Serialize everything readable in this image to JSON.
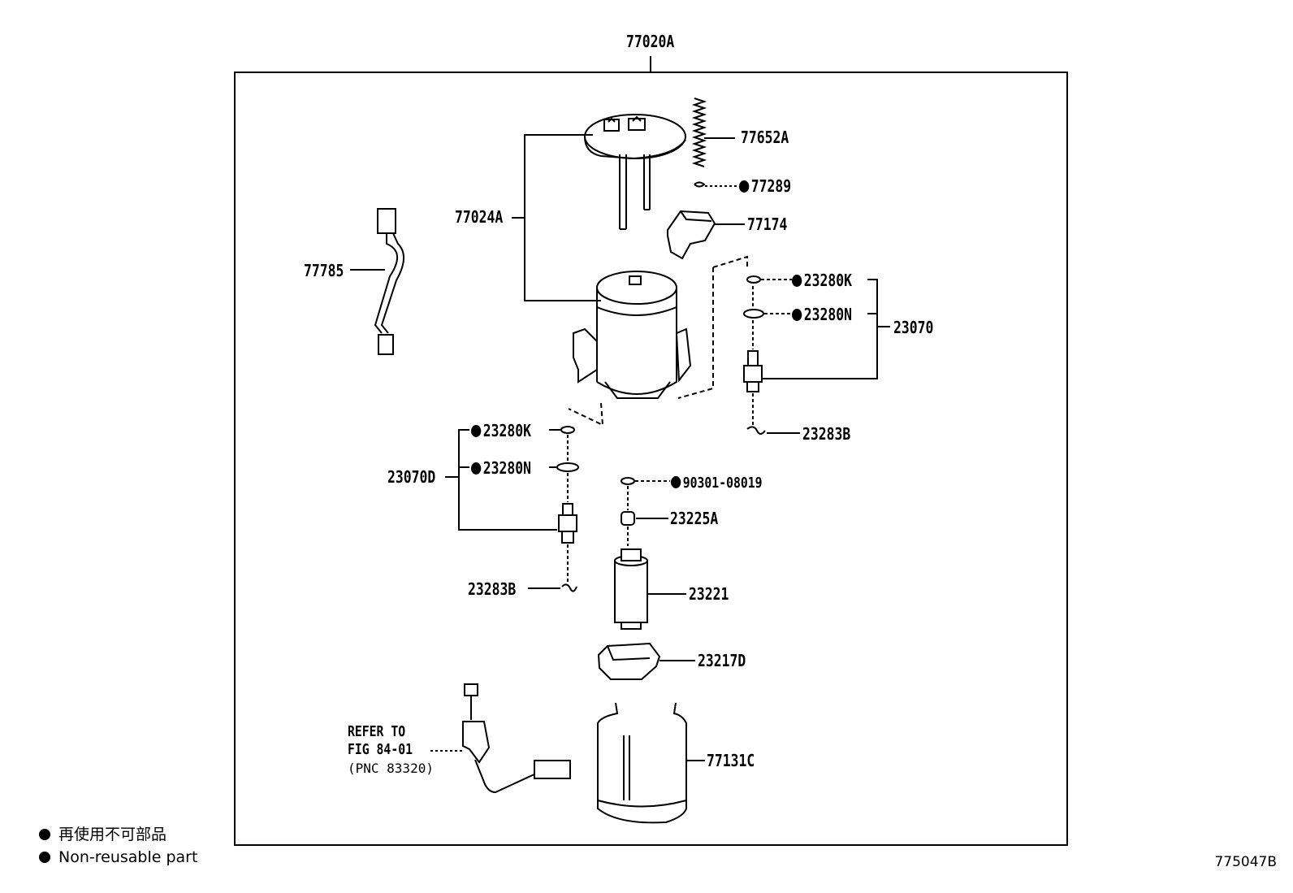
{
  "diagram": {
    "assembly_label": "77020A",
    "figure_code": "775047B"
  },
  "parts": {
    "p77652A": "77652A",
    "p77289": "77289",
    "p77024A": "77024A",
    "p77174": "77174",
    "p77785": "77785",
    "p23280K_right": "23280K",
    "p23280N_right": "23280N",
    "p23070": "23070",
    "p23283B_right": "23283B",
    "p23280K_left": "23280K",
    "p23280N_left": "23280N",
    "p23070D": "23070D",
    "p90301": "90301-08019",
    "p23225A": "23225A",
    "p23283B_left": "23283B",
    "p23221": "23221",
    "p23217D": "23217D",
    "p77131C": "77131C"
  },
  "reference": {
    "line1": "REFER TO",
    "line2": "FIG 84-01",
    "line3": "(PNC 83320)"
  },
  "legend": {
    "jp": "再使用不可部品",
    "en": "Non-reusable part"
  }
}
